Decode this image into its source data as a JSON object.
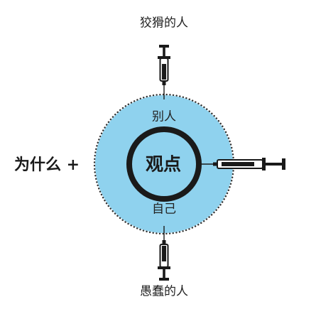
{
  "labels": {
    "top": "狡猾的人",
    "bottom": "愚蠢的人",
    "outer_ring": "别人",
    "inner_ring": "自己",
    "center": "观点",
    "left": "为什么 +"
  },
  "colors": {
    "circle_fill": "#8fd2ee",
    "dots": "#333333",
    "ring": "#1a1a1a",
    "syringe": "#1a1a1a",
    "text": "#222222"
  },
  "icons": {
    "top": "syringe-icon",
    "bottom": "syringe-icon",
    "right": "syringe-icon"
  }
}
